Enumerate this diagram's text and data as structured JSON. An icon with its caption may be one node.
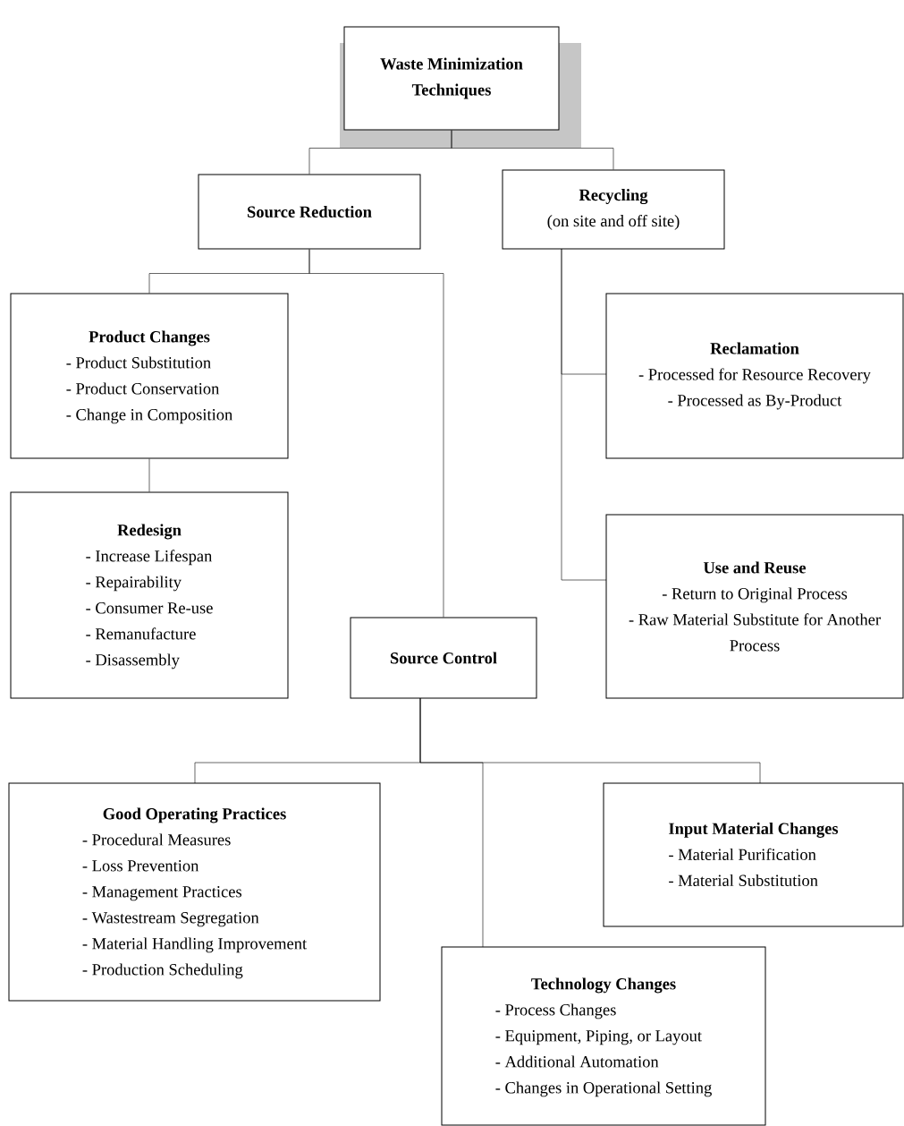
{
  "diagram": {
    "nodes": [
      {
        "text": [
          "Waste Minimization Techniques"
        ]
      },
      {
        "text": [
          "Source Reduction"
        ]
      },
      {
        "text": [
          "Recycling",
          "(on site and off site)"
        ]
      },
      {
        "text": [
          "Product Changes",
          "- Product Substitution",
          "- Product Conservation",
          "- Change in Composition"
        ]
      },
      {
        "text": [
          "Redesign",
          "- Increase Lifespan",
          "- Repairability",
          "- Consumer Re-use",
          "- Remanufacture",
          "- Disassembly"
        ]
      },
      {
        "text": [
          "Reclamation",
          "- Processed for Resource Recovery",
          "- Processed as By-Product"
        ]
      },
      {
        "text": [
          "Use and Reuse",
          "- Return to Original Process",
          "- Raw Material Substitute for Another Process"
        ]
      },
      {
        "text": [
          "Source Control"
        ]
      },
      {
        "text": [
          "Good Operating Practices",
          "- Procedural Measures",
          "- Loss Prevention",
          "- Management Practices",
          "- Wastestream Segregation",
          "- Material Handling Improvement",
          "- Production Scheduling"
        ]
      },
      {
        "text": [
          "Input Material Changes",
          "- Material Purification",
          "- Material Substitution"
        ]
      },
      {
        "text": [
          "Technology Changes",
          "- Process Changes",
          "- Equipment, Piping, or Layout",
          "- Additional Automation",
          "- Changes in Operational Setting"
        ]
      }
    ],
    "edges": [
      {
        "from": 0,
        "to": 1,
        "arrow": "none"
      },
      {
        "from": 0,
        "to": 2,
        "arrow": "none"
      },
      {
        "from": 1,
        "to": 3,
        "arrow": "none"
      },
      {
        "from": 1,
        "to": 7,
        "arrow": "none"
      },
      {
        "from": 3,
        "to": 4,
        "arrow": "none"
      },
      {
        "from": 2,
        "to": 5,
        "arrow": "none"
      },
      {
        "from": 2,
        "to": 6,
        "arrow": "none"
      },
      {
        "from": 7,
        "to": 8,
        "arrow": "none"
      },
      {
        "from": 7,
        "to": 9,
        "arrow": "none"
      },
      {
        "from": 7,
        "to": 10,
        "arrow": "none"
      }
    ]
  }
}
